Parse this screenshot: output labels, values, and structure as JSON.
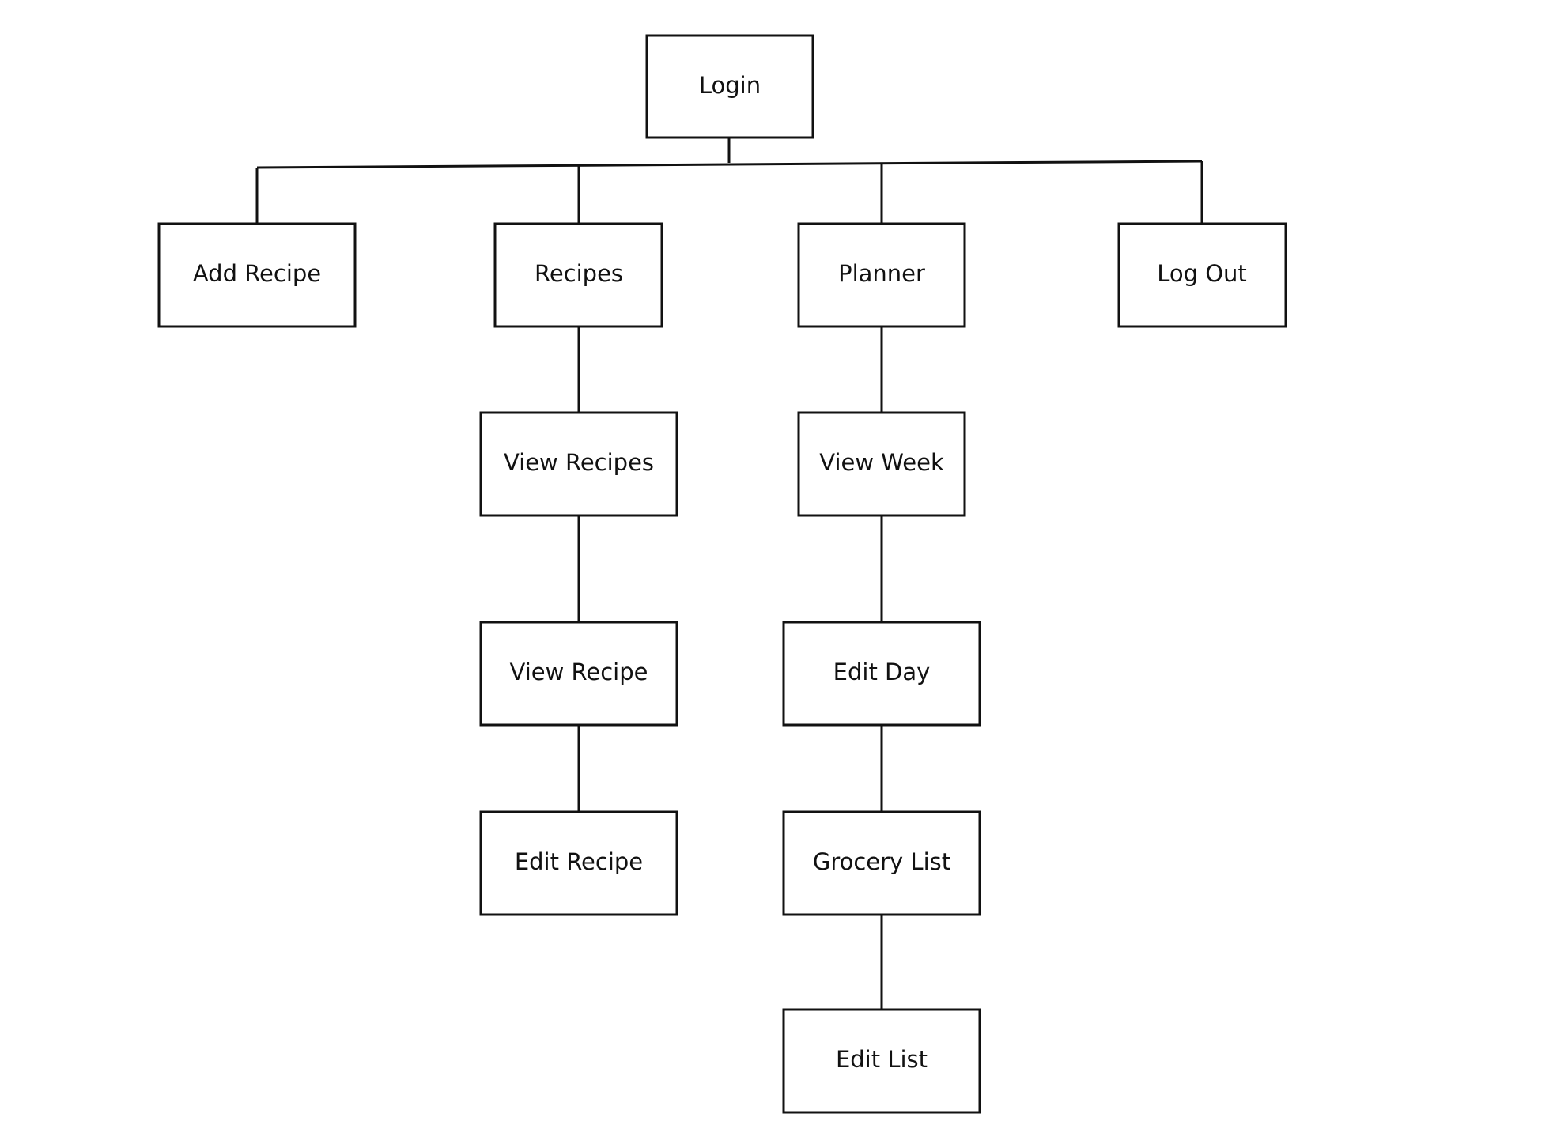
{
  "diagram": {
    "nodes": {
      "login": "Login",
      "add_recipe": "Add Recipe",
      "recipes": "Recipes",
      "planner": "Planner",
      "log_out": "Log Out",
      "view_recipes": "View Recipes",
      "view_recipe": "View Recipe",
      "edit_recipe": "Edit Recipe",
      "view_week": "View Week",
      "edit_day": "Edit Day",
      "grocery_list": "Grocery List",
      "edit_list": "Edit List"
    },
    "edges": [
      [
        "login",
        "add_recipe"
      ],
      [
        "login",
        "recipes"
      ],
      [
        "login",
        "planner"
      ],
      [
        "login",
        "log_out"
      ],
      [
        "recipes",
        "view_recipes"
      ],
      [
        "view_recipes",
        "view_recipe"
      ],
      [
        "view_recipe",
        "edit_recipe"
      ],
      [
        "planner",
        "view_week"
      ],
      [
        "view_week",
        "edit_day"
      ],
      [
        "edit_day",
        "grocery_list"
      ],
      [
        "grocery_list",
        "edit_list"
      ]
    ],
    "colors": {
      "stroke": "#111111",
      "fill": "#ffffff",
      "background": "#ffffff"
    }
  }
}
